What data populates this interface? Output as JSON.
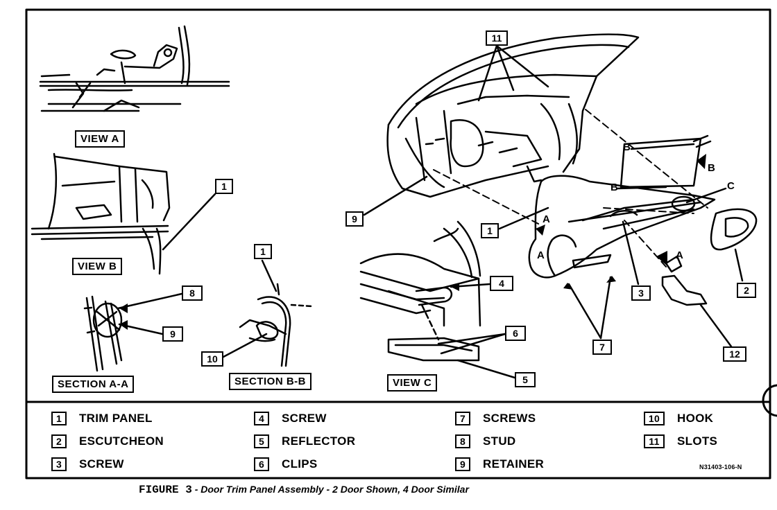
{
  "view_labels": {
    "view_a": "VIEW A",
    "view_b": "VIEW B",
    "view_c": "VIEW C",
    "section_aa": "SECTION A-A",
    "section_bb": "SECTION B-B"
  },
  "section_letters": {
    "a1": "A",
    "a2": "A",
    "a3": "A",
    "b1": "B",
    "b2": "B",
    "b3": "B",
    "c1": "C"
  },
  "callouts": {
    "c1_viewb": "1",
    "c1_bb": "1",
    "c1_main": "1",
    "c2": "2",
    "c3": "3",
    "c4": "4",
    "c5": "5",
    "c6": "6",
    "c7": "7",
    "c8": "8",
    "c9_main": "9",
    "c9_aa": "9",
    "c10": "10",
    "c11": "11",
    "c12": "12"
  },
  "legend": [
    {
      "num": "1",
      "text": "TRIM PANEL"
    },
    {
      "num": "2",
      "text": "ESCUTCHEON"
    },
    {
      "num": "3",
      "text": "SCREW"
    },
    {
      "num": "4",
      "text": "SCREW"
    },
    {
      "num": "5",
      "text": "REFLECTOR"
    },
    {
      "num": "6",
      "text": "CLIPS"
    },
    {
      "num": "7",
      "text": "SCREWS"
    },
    {
      "num": "8",
      "text": "STUD"
    },
    {
      "num": "9",
      "text": "RETAINER"
    },
    {
      "num": "10",
      "text": "HOOK"
    },
    {
      "num": "11",
      "text": "SLOTS"
    }
  ],
  "drawing_code": "N31403-106-N",
  "caption": {
    "figure": "FIGURE 3",
    "text": " - Door Trim Panel Assembly - 2 Door Shown, 4 Door Similar"
  },
  "colors": {
    "ink": "#000000",
    "paper": "#ffffff"
  }
}
